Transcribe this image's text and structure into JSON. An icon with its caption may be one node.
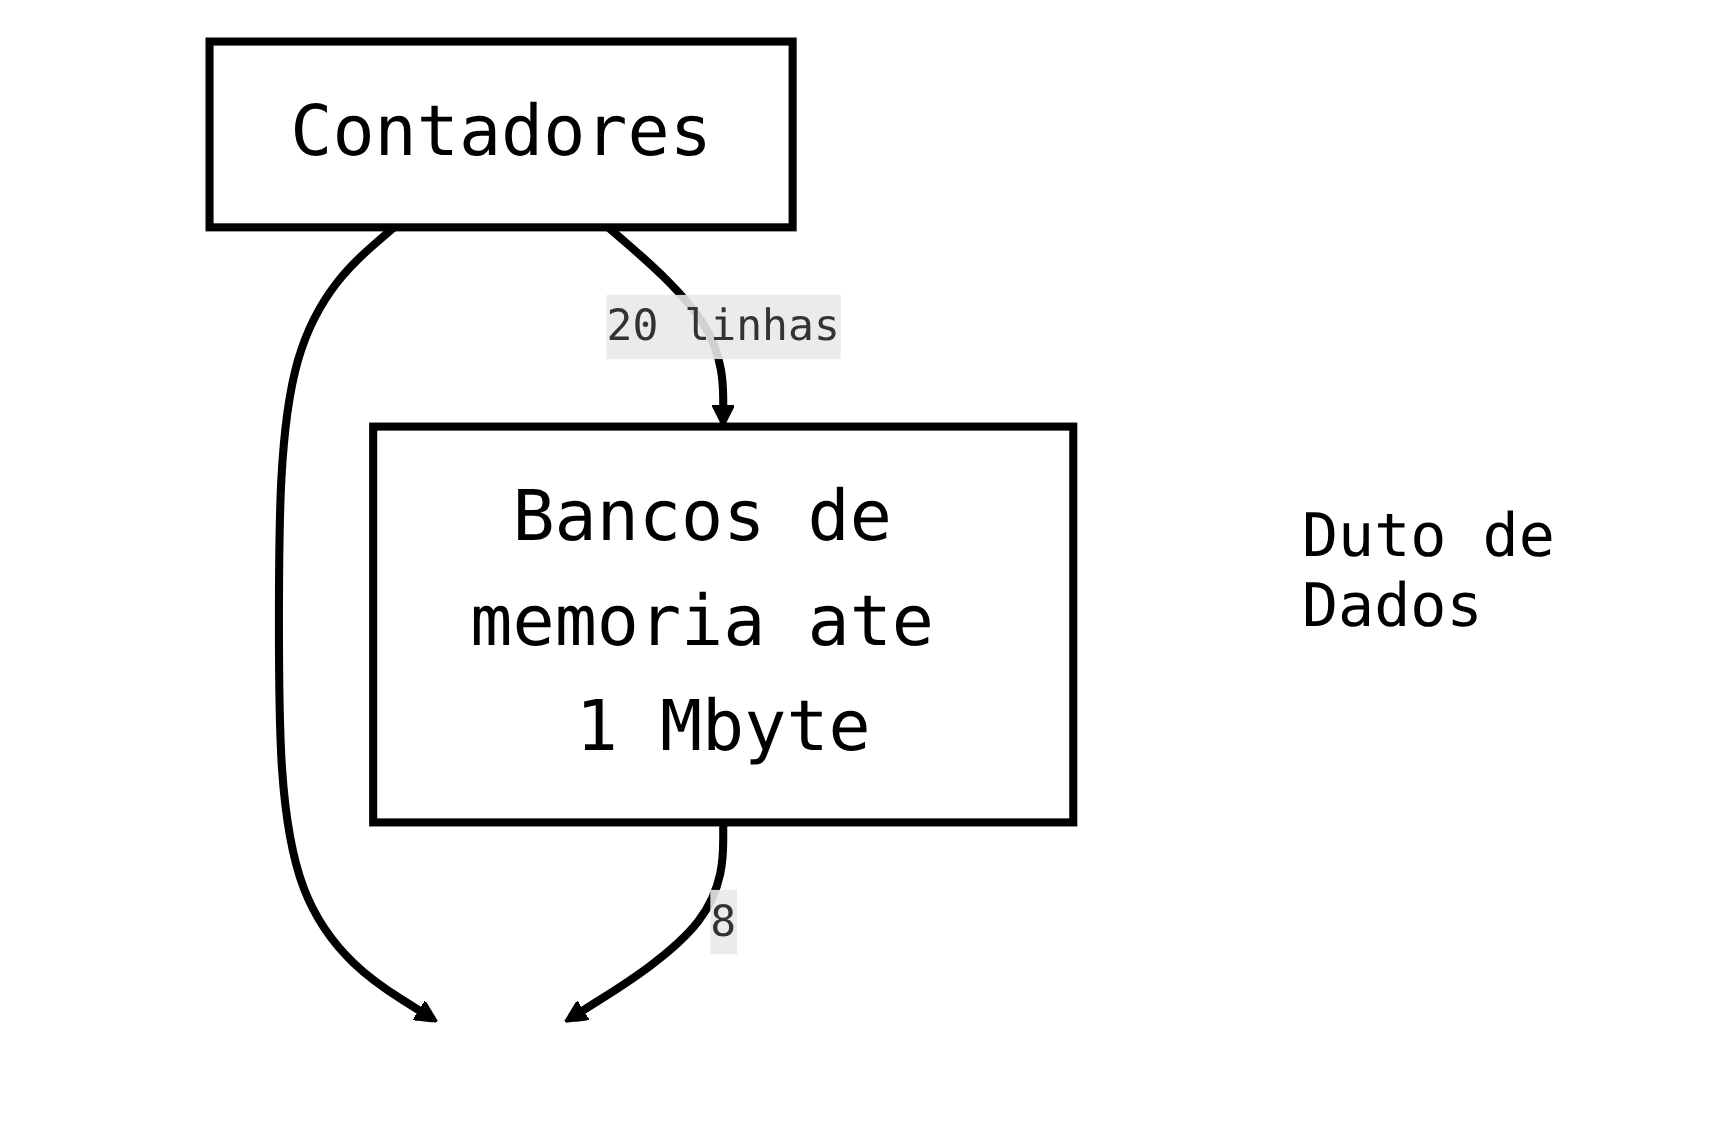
{
  "diagram": {
    "nodes": [
      {
        "text": [
          "Contadores"
        ]
      },
      {
        "text": [
          "Bancos de memoria ate 1 Mbyte"
        ]
      }
    ],
    "edges": [
      {
        "from": 0,
        "to": 1,
        "arrow": "to",
        "label": "20 linhas"
      },
      {
        "from": 0,
        "to": null,
        "arrow": "to"
      },
      {
        "from": 1,
        "to": null,
        "arrow": "to",
        "label": "8"
      }
    ],
    "labels": [
      "Duto de Dados"
    ]
  }
}
